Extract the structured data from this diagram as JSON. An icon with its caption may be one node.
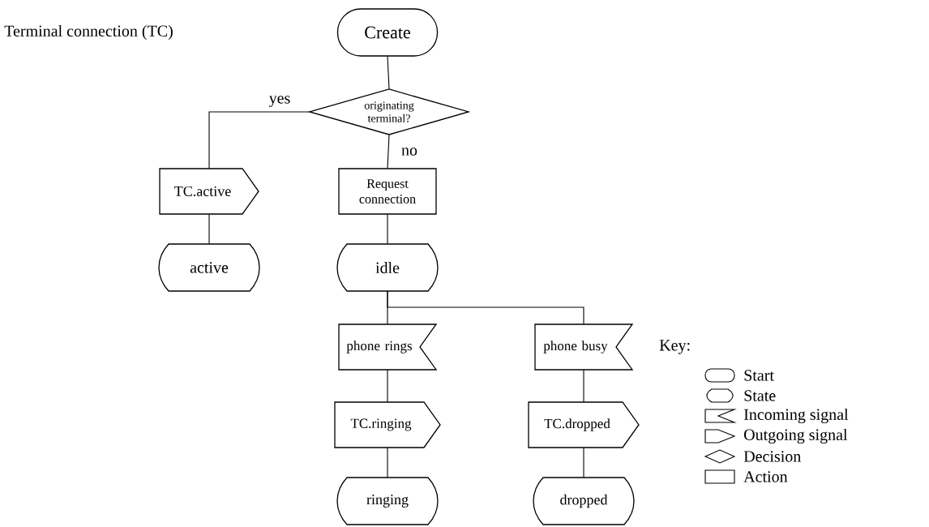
{
  "diagram": {
    "title": "Terminal connection (TC)",
    "nodes": [
      {
        "text": [
          "Create"
        ]
      },
      {
        "text": [
          "originating terminal?"
        ]
      },
      {
        "text": [
          "TC.active"
        ]
      },
      {
        "text": [
          "Request connection"
        ]
      },
      {
        "text": [
          "active"
        ]
      },
      {
        "text": [
          "idle"
        ]
      },
      {
        "text": [
          "phone rings"
        ]
      },
      {
        "text": [
          "phone busy"
        ]
      },
      {
        "text": [
          "TC.ringing"
        ]
      },
      {
        "text": [
          "TC.dropped"
        ]
      },
      {
        "text": [
          "ringing"
        ]
      },
      {
        "text": [
          "dropped"
        ]
      }
    ],
    "edges": [
      {
        "from": 0,
        "to": 1,
        "arrow": "none"
      },
      {
        "from": 1,
        "to": 2,
        "arrow": "none",
        "label": "yes"
      },
      {
        "from": 1,
        "to": 3,
        "arrow": "none",
        "label": "no"
      },
      {
        "from": 2,
        "to": 4,
        "arrow": "none"
      },
      {
        "from": 3,
        "to": 5,
        "arrow": "none"
      },
      {
        "from": 5,
        "to": 6,
        "arrow": "none"
      },
      {
        "from": 5,
        "to": 7,
        "arrow": "none"
      },
      {
        "from": 6,
        "to": 8,
        "arrow": "none"
      },
      {
        "from": 7,
        "to": 9,
        "arrow": "none"
      },
      {
        "from": 8,
        "to": 10,
        "arrow": "none"
      },
      {
        "from": 9,
        "to": 11,
        "arrow": "none"
      }
    ],
    "labels": [
      "Key:"
    ],
    "legend": [
      {
        "text": "Start"
      },
      {
        "text": "State"
      },
      {
        "text": "Incoming signal"
      },
      {
        "text": "Outgoing signal"
      },
      {
        "text": "Decision"
      },
      {
        "text": "Action"
      }
    ]
  }
}
